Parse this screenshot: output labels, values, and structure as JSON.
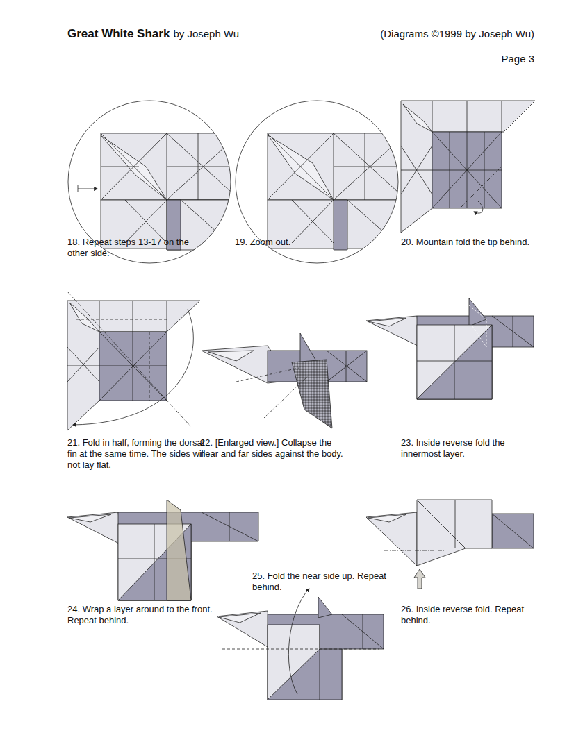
{
  "diagram": {
    "title": "Great White Shark",
    "labels": [
      "by Joseph Wu",
      "(Diagrams ©1999 by Joseph Wu)",
      "Page 3",
      "18. Repeat steps 13-17 on the other side.",
      "19. Zoom out.",
      "20. Mountain fold the tip behind.",
      "21. Fold in half, forming the dorsal fin at the same time. The sides will not lay flat.",
      "22. [Enlarged view.] Collapse the near and far sides against the body.",
      "23. Inside reverse fold the innermost layer.",
      "24. Wrap a layer around to the front. Repeat behind.",
      "25. Fold the near side up. Repeat behind.",
      "26. Inside reverse fold. Repeat behind."
    ]
  }
}
